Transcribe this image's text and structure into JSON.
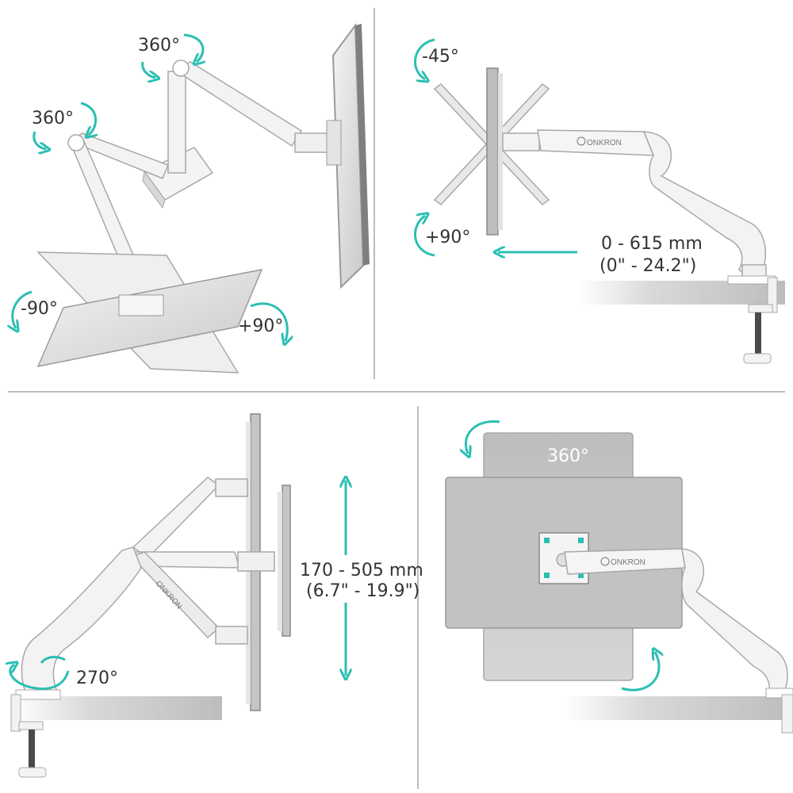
{
  "colors": {
    "accent": "#2bbfb3",
    "metal": "#ededed",
    "metal_edge": "#b9b9b9",
    "panel": "#c8c8c8",
    "text": "#333333"
  },
  "brand": "ONKRON",
  "panels": {
    "top_left": {
      "rot_upper": "360°",
      "rot_lower": "360°",
      "rot_left": "-90°",
      "rot_right": "+90°"
    },
    "top_right": {
      "tilt_up": "-45°",
      "tilt_down": "+90°",
      "extension_line1": "0 - 615 mm",
      "extension_line2": "(0\" - 24.2\")"
    },
    "bottom_left": {
      "height_line1": "170 - 505 mm",
      "height_line2": "(6.7\" - 19.9\")",
      "base_rotation": "270°"
    },
    "bottom_right": {
      "rotation": "360°"
    }
  }
}
